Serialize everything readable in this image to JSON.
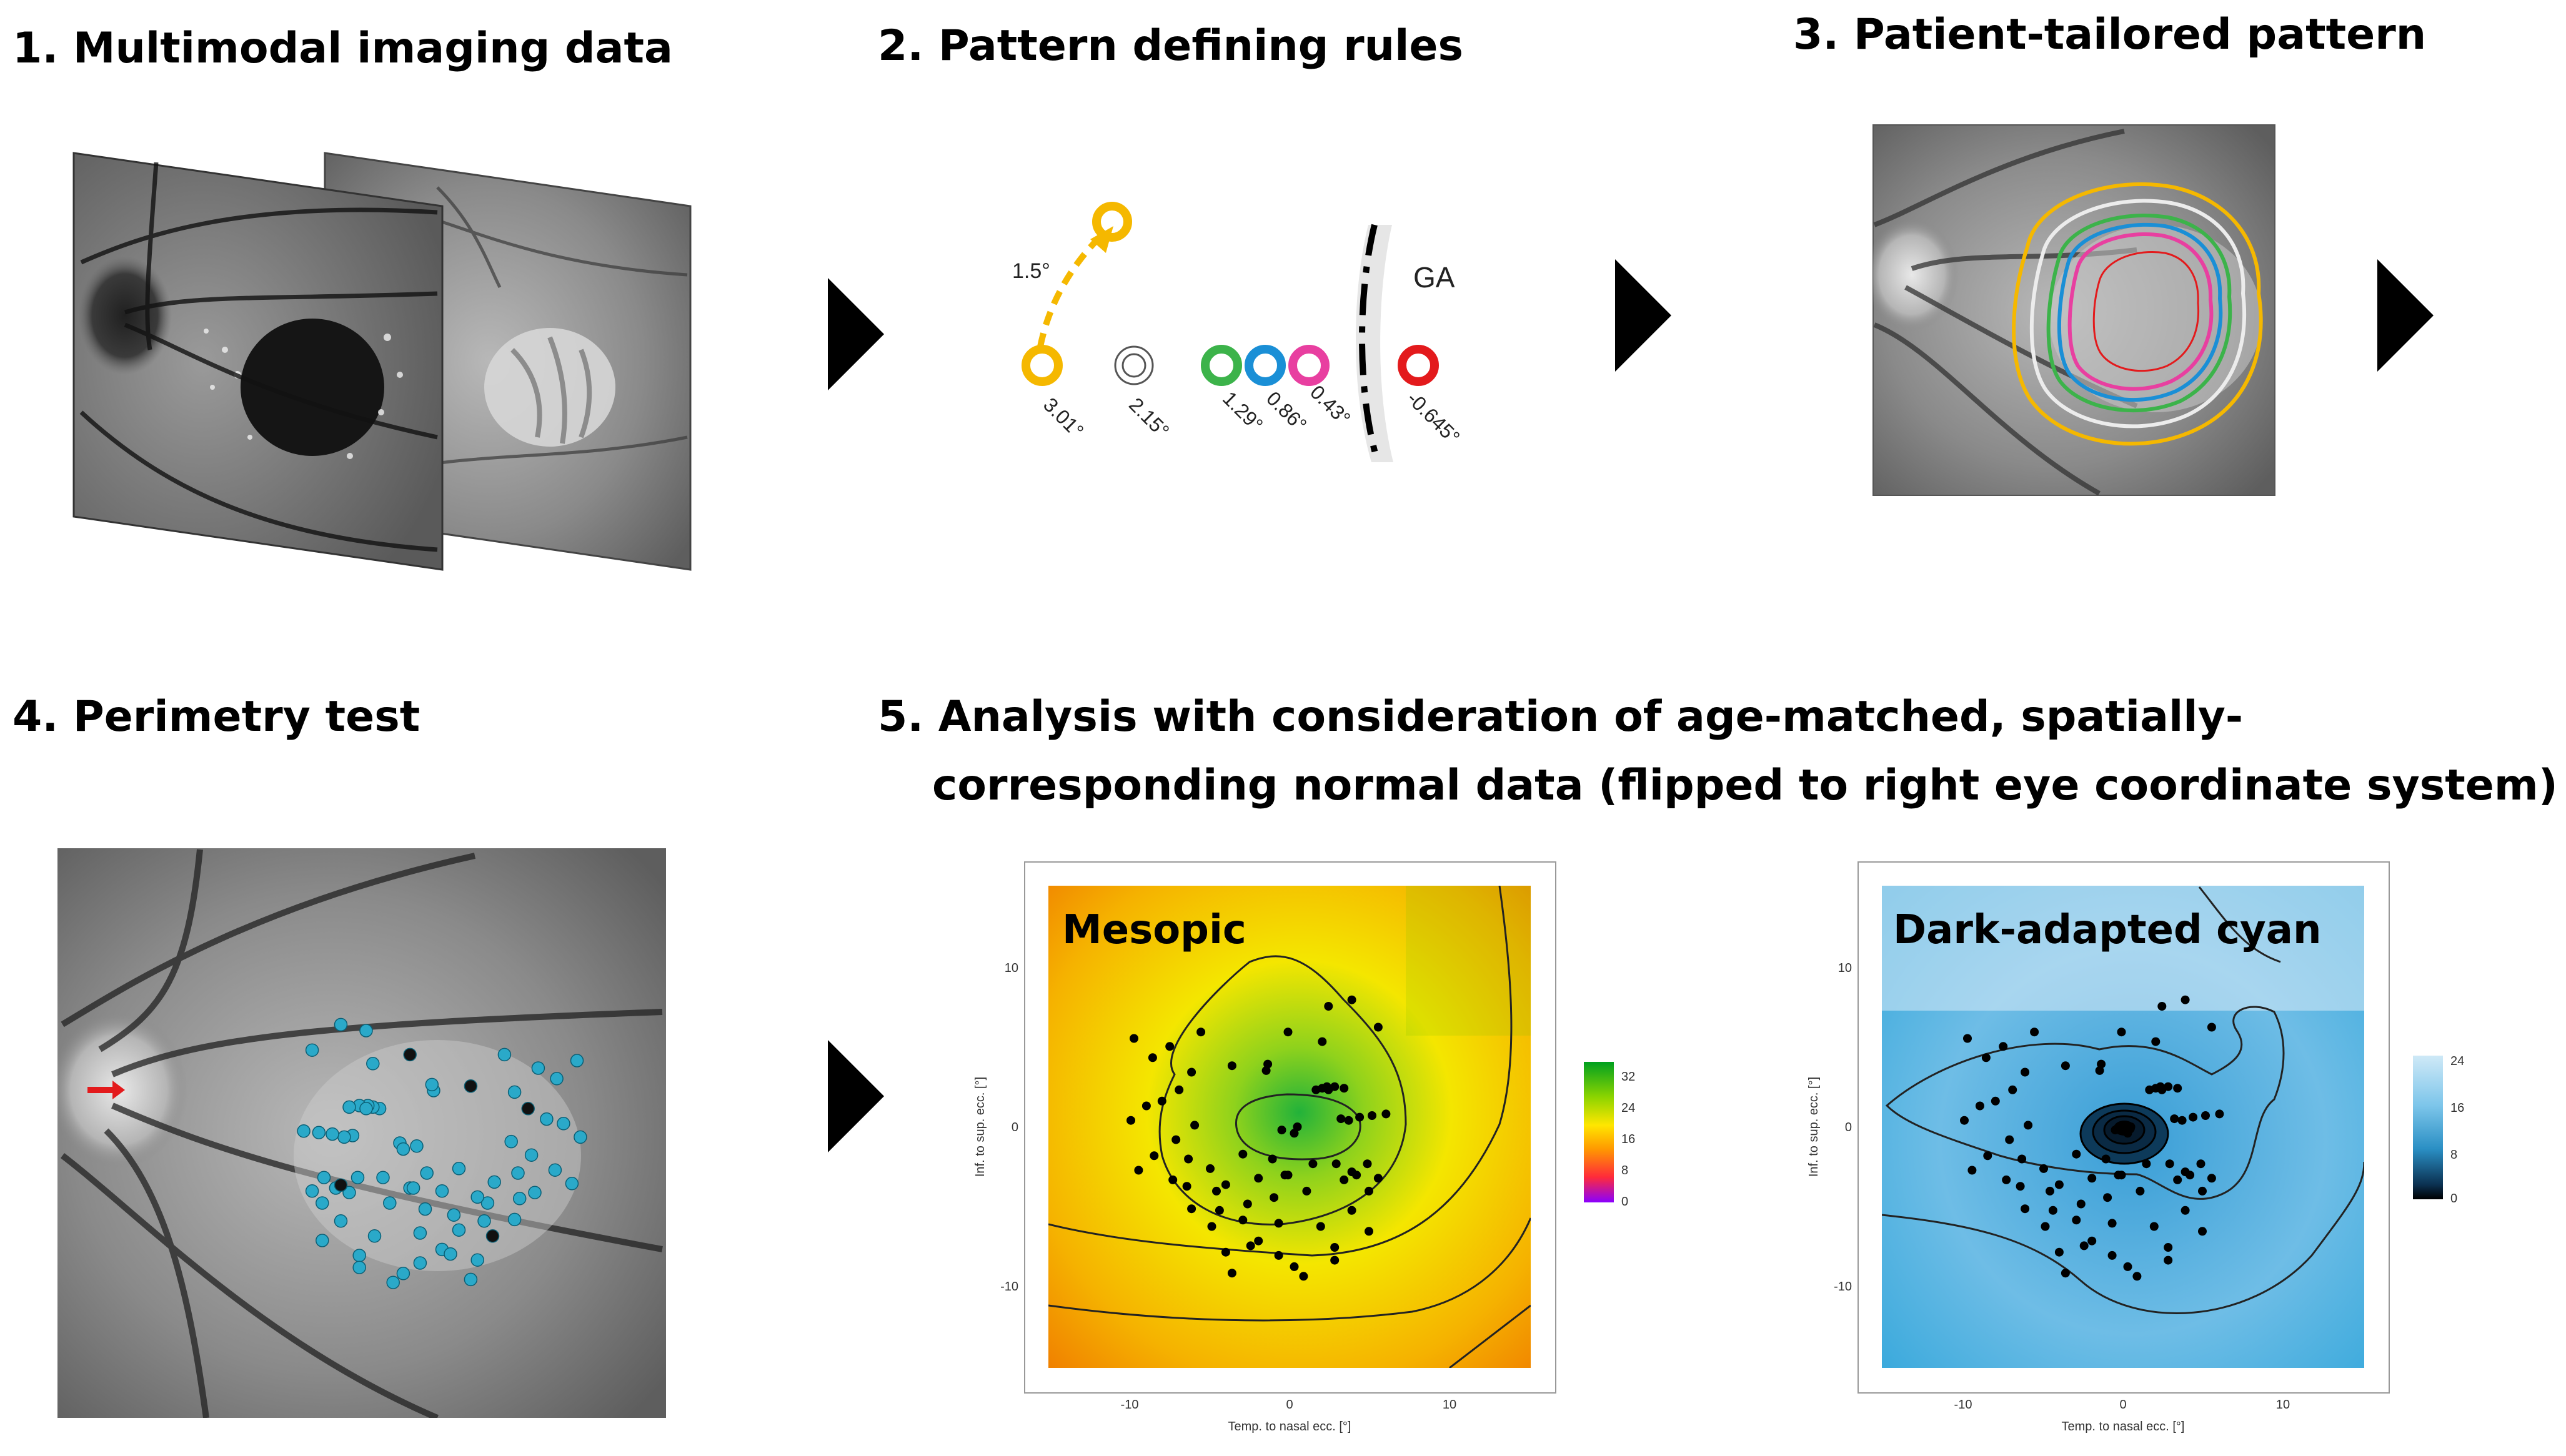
{
  "steps": {
    "s1": "1. Multimodal imaging data",
    "s2": "2. Pattern defining rules",
    "s3": "3. Patient-tailored pattern",
    "s4": "4. Perimetry test",
    "s5_line1": "5. Analysis with consideration of age-matched, spatially-",
    "s5_line2": "corresponding normal data (flipped to right eye coordinate system)"
  },
  "rules": {
    "step_label": "1.5°",
    "ga_label": "GA",
    "offsets": [
      {
        "label": "3.01°",
        "color": "#f5b800"
      },
      {
        "label": "2.15°",
        "color": "#555555"
      },
      {
        "label": "1.29°",
        "color": "#3cb34a"
      },
      {
        "label": "0.86°",
        "color": "#1a8fd6"
      },
      {
        "label": "0.43°",
        "color": "#e83fa0"
      },
      {
        "label": "-0.645°",
        "color": "#e31a1c"
      }
    ]
  },
  "perimetry": {
    "point_color": "#2aa9c9",
    "fixation_color": "#e31a1c"
  },
  "charts": {
    "mesopic": {
      "panel_label": "Mesopic",
      "xlabel": "Temp. to nasal ecc. [°]",
      "ylabel": "Inf. to sup. ecc. [°]",
      "x_ticks": [
        "-10",
        "0",
        "10"
      ],
      "y_ticks": [
        "10",
        "0",
        "-10"
      ],
      "legend_ticks": [
        "32",
        "24",
        "16",
        "8",
        "0"
      ],
      "colorscale": [
        "#00a020",
        "#8cd400",
        "#ffe600",
        "#ff9900",
        "#ff2a3a",
        "#8a00ff"
      ]
    },
    "dark": {
      "panel_label": "Dark-adapted cyan",
      "xlabel": "Temp. to nasal ecc. [°]",
      "ylabel": "Inf. to sup. ecc. [°]",
      "x_ticks": [
        "-10",
        "0",
        "10"
      ],
      "y_ticks": [
        "10",
        "0",
        "-10"
      ],
      "legend_ticks": [
        "24",
        "16",
        "8",
        "0"
      ],
      "colorscale": [
        "#cfe9f7",
        "#7cc5ea",
        "#2a8fc4",
        "#0b3050",
        "#000000"
      ]
    }
  },
  "chart_data": [
    {
      "type": "scatter",
      "title": "Mesopic",
      "xlabel": "Temp. to nasal ecc. [°]",
      "ylabel": "Inf. to sup. ecc. [°]",
      "xlim": [
        -16,
        15
      ],
      "ylim": [
        -15,
        15
      ],
      "legend": {
        "ticks": [
          32,
          24,
          16,
          8,
          0
        ],
        "placement": "right"
      },
      "x": [
        -10.5,
        -9.3,
        -8.2,
        -6.8,
        -9.7,
        -7.6,
        -10.7,
        -8.7,
        -6.6,
        -7.8,
        -9.2,
        -7.0,
        -10.2,
        -8.0,
        -5.2,
        -3.5,
        -1.6,
        -0.6,
        1.0,
        2.5,
        3.8,
        -6.2,
        -4.2,
        -2.0,
        2.0,
        3.5,
        5.2,
        -5.6,
        -7.1,
        -4.6,
        -2.5,
        -0.8,
        -6.8,
        -5.0,
        -3.2,
        -1.5,
        0.6,
        3.0,
        5.2,
        -5.5,
        -3.5,
        -1.2,
        1.5,
        3.5,
        4.6,
        -4.6,
        -2.5,
        -0.2,
        2.4,
        4.6,
        -4.2,
        -3.0,
        -1.2,
        0.4,
        2.4,
        -1.9,
        -0.6,
        1.6,
        1.2,
        1.6,
        1.9,
        2.4,
        2.8,
        3.3,
        4.0,
        4.8,
        5.7,
        0.0,
        -1.0,
        -0.2,
        2.0,
        3.0,
        4.5,
        3.5
      ],
      "y": [
        5.5,
        4.3,
        5.0,
        3.4,
        1.3,
        2.3,
        0.4,
        1.6,
        0.1,
        -0.8,
        -1.8,
        -2.0,
        -2.7,
        -3.3,
        -4.0,
        -1.7,
        -2.0,
        -3.0,
        -2.3,
        -2.3,
        -3.0,
        5.9,
        3.8,
        3.5,
        7.5,
        7.9,
        6.2,
        -2.6,
        -3.7,
        -3.6,
        -3.2,
        -3.0,
        -5.1,
        -5.2,
        -4.8,
        -4.4,
        -4.0,
        -3.3,
        -3.2,
        -6.2,
        -5.8,
        -6.0,
        -6.2,
        -5.2,
        -4.0,
        -7.8,
        -7.1,
        -8.7,
        -7.5,
        -6.5,
        -9.1,
        -7.4,
        -8.0,
        -9.3,
        -8.3,
        3.9,
        5.9,
        5.3,
        2.3,
        2.4,
        2.5,
        2.5,
        0.5,
        0.4,
        0.6,
        0.7,
        0.8,
        0.0,
        -0.2,
        -0.4,
        2.3,
        2.4,
        -2.3,
        -2.8
      ]
    },
    {
      "type": "scatter",
      "title": "Dark-adapted cyan",
      "xlabel": "Temp. to nasal ecc. [°]",
      "ylabel": "Inf. to sup. ecc. [°]",
      "xlim": [
        -16,
        15
      ],
      "ylim": [
        -15,
        15
      ],
      "legend": {
        "ticks": [
          24,
          16,
          8,
          0
        ],
        "placement": "right"
      },
      "x": [
        -10.5,
        -9.3,
        -8.2,
        -6.8,
        -9.7,
        -7.6,
        -10.7,
        -8.7,
        -6.6,
        -7.8,
        -9.2,
        -7.0,
        -10.2,
        -8.0,
        -5.2,
        -3.5,
        -1.6,
        -0.6,
        1.0,
        2.5,
        3.8,
        -6.2,
        -4.2,
        -2.0,
        2.0,
        3.5,
        5.2,
        -5.6,
        -7.1,
        -4.6,
        -2.5,
        -0.8,
        -6.8,
        -5.0,
        -3.2,
        -1.5,
        0.6,
        3.0,
        5.2,
        -5.5,
        -3.5,
        -1.2,
        1.5,
        3.5,
        4.6,
        -4.6,
        -2.5,
        -0.2,
        2.4,
        4.6,
        -4.2,
        -3.0,
        -1.2,
        0.4,
        2.4,
        -1.9,
        -0.6,
        1.6,
        1.2,
        1.6,
        1.9,
        2.4,
        2.8,
        3.3,
        4.0,
        4.8,
        5.7,
        0.0,
        -1.0,
        -0.2,
        2.0,
        3.0,
        4.5,
        3.5
      ],
      "y": [
        5.5,
        4.3,
        5.0,
        3.4,
        1.3,
        2.3,
        0.4,
        1.6,
        0.1,
        -0.8,
        -1.8,
        -2.0,
        -2.7,
        -3.3,
        -4.0,
        -1.7,
        -2.0,
        -3.0,
        -2.3,
        -2.3,
        -3.0,
        5.9,
        3.8,
        3.5,
        7.5,
        7.9,
        6.2,
        -2.6,
        -3.7,
        -3.6,
        -3.2,
        -3.0,
        -5.1,
        -5.2,
        -4.8,
        -4.4,
        -4.0,
        -3.3,
        -3.2,
        -6.2,
        -5.8,
        -6.0,
        -6.2,
        -5.2,
        -4.0,
        -7.8,
        -7.1,
        -8.7,
        -7.5,
        -6.5,
        -9.1,
        -7.4,
        -8.0,
        -9.3,
        -8.3,
        3.9,
        5.9,
        5.3,
        2.3,
        2.4,
        2.5,
        2.5,
        0.5,
        0.4,
        0.6,
        0.7,
        0.8,
        0.0,
        -0.2,
        -0.4,
        2.3,
        2.4,
        -2.3,
        -2.8
      ]
    }
  ]
}
